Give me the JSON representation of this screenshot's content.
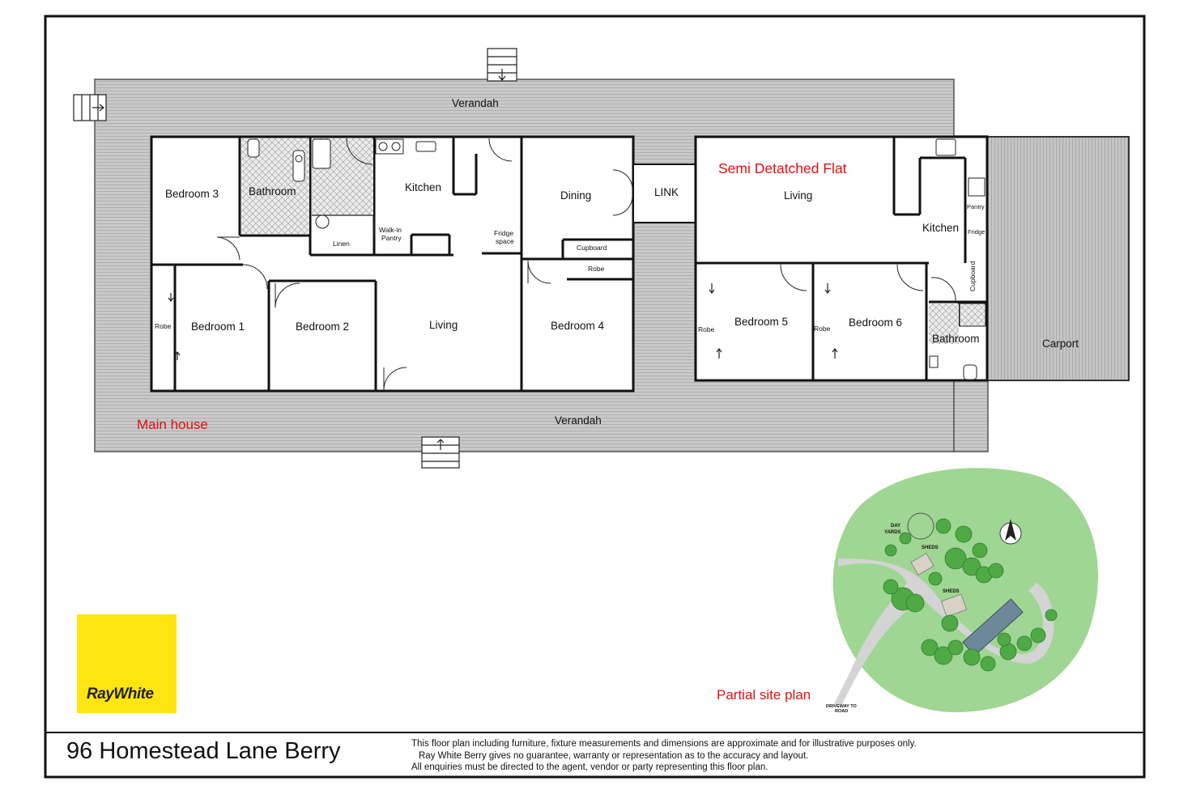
{
  "title": "96 Homestead Lane Berry",
  "disclaimer": [
    "This floor plan including furniture, fixture measurements and dimensions are approximate and for illustrative purposes only.",
    "Ray White Berry  gives no guarantee, warranty or representation as to the accuracy and layout.",
    "All enquiries must be directed to the agent, vendor or party representing this floor plan."
  ],
  "logo": {
    "text": "RayWhite",
    "color": "#ffe512"
  },
  "areas": {
    "main_house": "Main house",
    "semi_detached_flat": "Semi Detatched Flat",
    "partial_site_plan": "Partial site plan"
  },
  "rooms": {
    "verandah_top": "Verandah",
    "verandah_bottom": "Verandah",
    "bedroom_3": "Bedroom 3",
    "bathroom_main": "Bathroom",
    "kitchen_main": "Kitchen",
    "dining": "Dining",
    "link": "LINK",
    "living_flat": "Living",
    "kitchen_flat": "Kitchen",
    "walk_in_pantry_1": "Walk-in",
    "walk_in_pantry_2": "Pantry",
    "linen": "Linen",
    "fridge_space_1": "Fridge",
    "fridge_space_2": "space",
    "cupboard_dining": "Cupboard",
    "robe_dining": "Robe",
    "robe_bed1": "Robe",
    "bedroom_1": "Bedroom 1",
    "bedroom_2": "Bedroom 2",
    "living_main": "Living",
    "bedroom_4": "Bedroom 4",
    "robe_bed5": "Robe",
    "bedroom_5": "Bedroom 5",
    "robe_bed6": "Robe",
    "bedroom_6": "Bedroom 6",
    "bathroom_flat": "Bathroom",
    "pantry_flat": "Pantry",
    "fridge_flat": "Fridge",
    "cupboard_flat": "Cupboard",
    "carport": "Carport"
  },
  "site_plan": {
    "day_yards_1": "DAY",
    "day_yards_2": "YARDS",
    "sheds_1": "SHEDS",
    "sheds_2": "SHEDS",
    "driveway_1": "DRIVEWAY TO",
    "driveway_2": "ROAD"
  },
  "colors": {
    "label_red": "#e01010",
    "site_green": "#8fcf80",
    "tree_green": "#4faa45"
  }
}
